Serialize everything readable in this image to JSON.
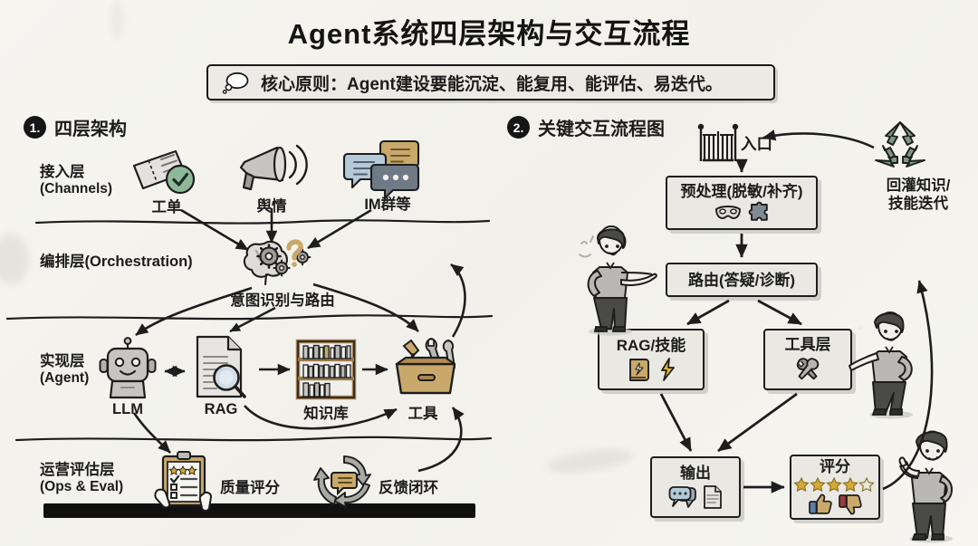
{
  "header": {
    "title": "Agent系统四层架构与交互流程",
    "principle": "核心原则：Agent建设要能沉淀、能复用、能评估、易迭代。",
    "principle_icon": "thought-bubble-icon"
  },
  "sections": [
    {
      "number": "1.",
      "title": "四层架构"
    },
    {
      "number": "2.",
      "title": "关键交互流程图"
    }
  ],
  "architecture": {
    "layers": [
      {
        "name_cn": "接入层",
        "name_en": "(Channels)",
        "nodes": [
          {
            "label": "工单",
            "icon": "ticket-check-icon"
          },
          {
            "label": "舆情",
            "icon": "megaphone-icon"
          },
          {
            "label": "IM群等",
            "icon": "chat-bubbles-icon"
          }
        ]
      },
      {
        "name_cn": "编排层(Orchestration)",
        "name_en": "",
        "nodes": [
          {
            "label": "意图识别与路由",
            "icon": "brain-gears-icon"
          }
        ]
      },
      {
        "name_cn": "实现层",
        "name_en": "(Agent)",
        "nodes": [
          {
            "label": "LLM",
            "icon": "robot-icon"
          },
          {
            "label": "RAG",
            "icon": "document-search-icon"
          },
          {
            "label": "知识库",
            "icon": "bookshelf-icon"
          },
          {
            "label": "工具",
            "icon": "toolbox-icon"
          }
        ]
      },
      {
        "name_cn": "运营评估层",
        "name_en": "(Ops & Eval)",
        "nodes": [
          {
            "label": "质量评分",
            "icon": "clipboard-stars-icon"
          },
          {
            "label": "反馈闭环",
            "icon": "feedback-loop-icon"
          }
        ]
      }
    ]
  },
  "flow": {
    "entry": {
      "label": "入口",
      "icon": "gate-icon"
    },
    "boxes": [
      {
        "label": "预处理(脱敏/补齐)",
        "icons": [
          "mask-icon",
          "puzzle-icon"
        ]
      },
      {
        "label": "路由(答疑/诊断)",
        "icons": []
      },
      {
        "label": "RAG/技能",
        "icons": [
          "book-icon",
          "lightning-icon"
        ]
      },
      {
        "label": "工具层",
        "icons": [
          "wrench-screwdriver-icon"
        ]
      },
      {
        "label": "输出",
        "icons": [
          "speech-bubbles-icon",
          "document-icon"
        ]
      },
      {
        "label": "评分",
        "icons": [
          "star-rating-icon",
          "thumbs-up-icon",
          "thumbs-down-icon"
        ]
      }
    ],
    "feedback_note": "回灌知识/\n技能迭代",
    "feedback_note_line1": "回灌知识/",
    "feedback_note_line2": "技能迭代",
    "feedback_icon": "recycle-icon",
    "rating": {
      "stars_filled": 4,
      "stars_total": 5
    },
    "people": [
      {
        "name": "person-pointing",
        "pose": "pointing"
      },
      {
        "name": "person-operating-tool",
        "pose": "operating"
      },
      {
        "name": "person-thumbs-up",
        "pose": "thumbs-up"
      }
    ]
  },
  "colors": {
    "paper": "#f6f5f0",
    "ink": "#1c1c1c",
    "box_fill": "#e9e8e2",
    "tan": "#c9a96b",
    "brown": "#9c7a4f",
    "green": "#8fb89a",
    "recycle_green": "#7c9b7e",
    "blue_gray": "#b5c9d9",
    "slate": "#6e7a85",
    "gray": "#a8a8a5",
    "gold": "#d4a935"
  }
}
